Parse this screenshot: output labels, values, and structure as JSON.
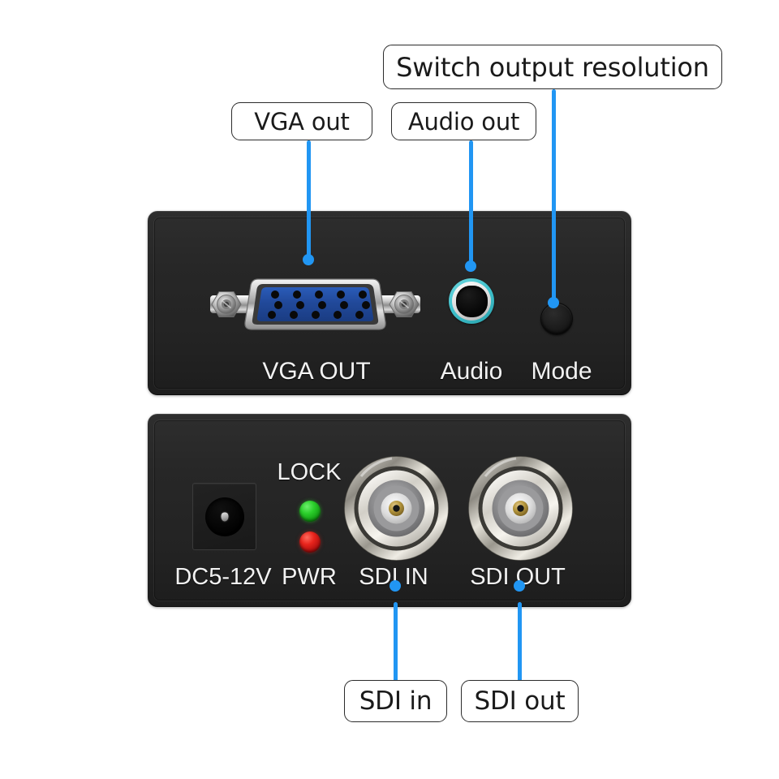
{
  "diagram": {
    "title": "SDI to VGA converter port callout diagram",
    "accent_color": "#2196f3",
    "panel_color": "#252525",
    "label_color": "#f2f2f2"
  },
  "callouts": [
    {
      "id": "vga-out",
      "label": "VGA out",
      "target": "vga-connector"
    },
    {
      "id": "audio-out",
      "label": "Audio out",
      "target": "audio-jack"
    },
    {
      "id": "switch-resolution",
      "label": "Switch output resolution",
      "target": "mode-button"
    },
    {
      "id": "sdi-in",
      "label": "SDI in",
      "target": "bnc-sdi-in"
    },
    {
      "id": "sdi-out",
      "label": "SDI out",
      "target": "bnc-sdi-out"
    }
  ],
  "front_panel": {
    "name": "front-panel",
    "ports": [
      {
        "id": "vga-out-port",
        "label": "VGA OUT",
        "type": "vga-db15"
      },
      {
        "id": "audio-port",
        "label": "Audio",
        "type": "audio-jack-3.5mm"
      },
      {
        "id": "mode-button",
        "label": "Mode",
        "type": "push-button"
      }
    ]
  },
  "rear_panel": {
    "name": "rear-panel",
    "ports": [
      {
        "id": "dc-power",
        "label": "DC5-12V",
        "type": "dc-barrel-jack"
      },
      {
        "id": "lock-led",
        "label": "LOCK",
        "type": "led",
        "color": "#2bcf2b"
      },
      {
        "id": "pwr-led",
        "label": "PWR",
        "type": "led",
        "color": "#e8241c"
      },
      {
        "id": "sdi-in-port",
        "label": "SDI IN",
        "type": "bnc"
      },
      {
        "id": "sdi-out-port",
        "label": "SDI OUT",
        "type": "bnc"
      }
    ]
  }
}
